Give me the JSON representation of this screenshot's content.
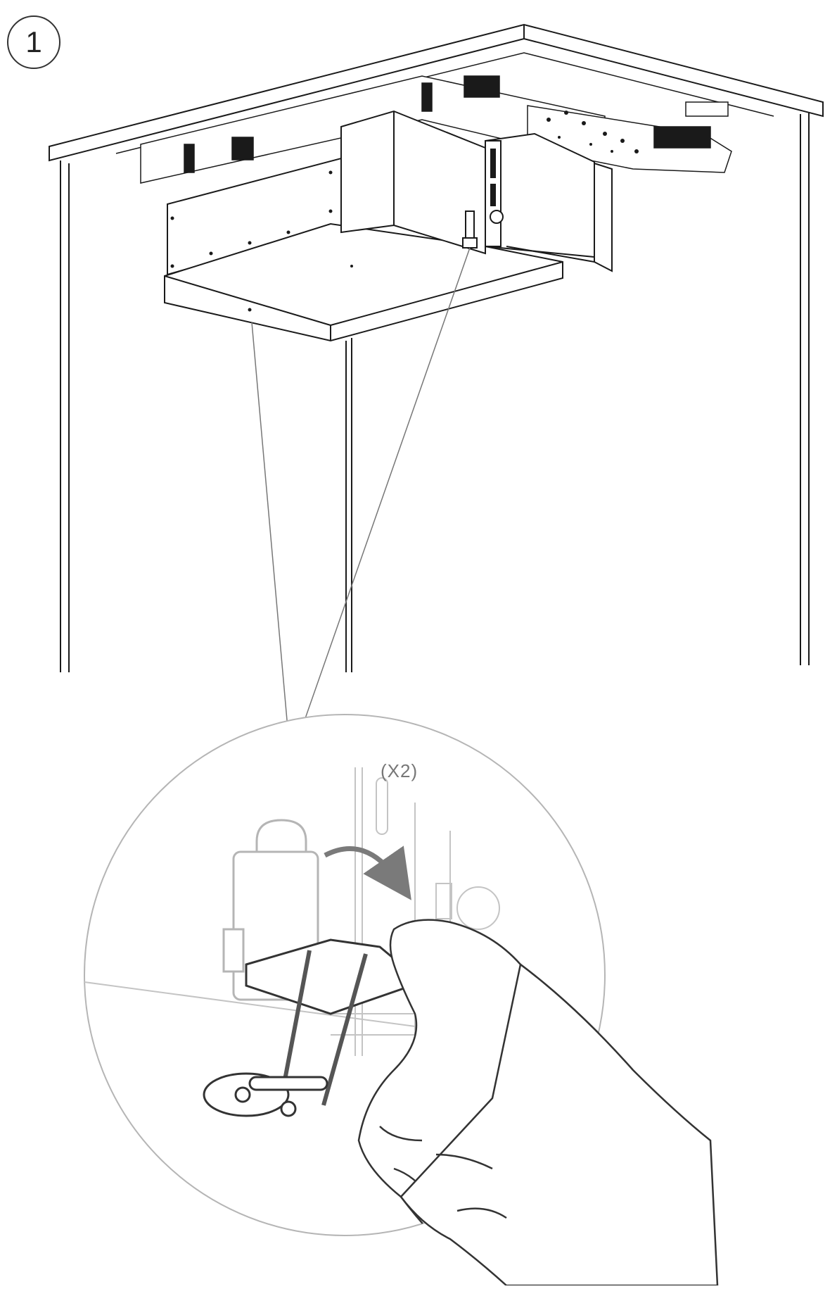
{
  "step": {
    "number": "1"
  },
  "detail": {
    "quantity_label": "(X2)"
  },
  "colors": {
    "line": "#1a1a1a",
    "faint": "#b5b5b5",
    "arrow": "#7a7a7a",
    "background": "#ffffff"
  },
  "icons": {
    "step_badge": "circled-number",
    "rotate_arrow": "curved-arrow-icon",
    "hand": "hand-icon"
  }
}
